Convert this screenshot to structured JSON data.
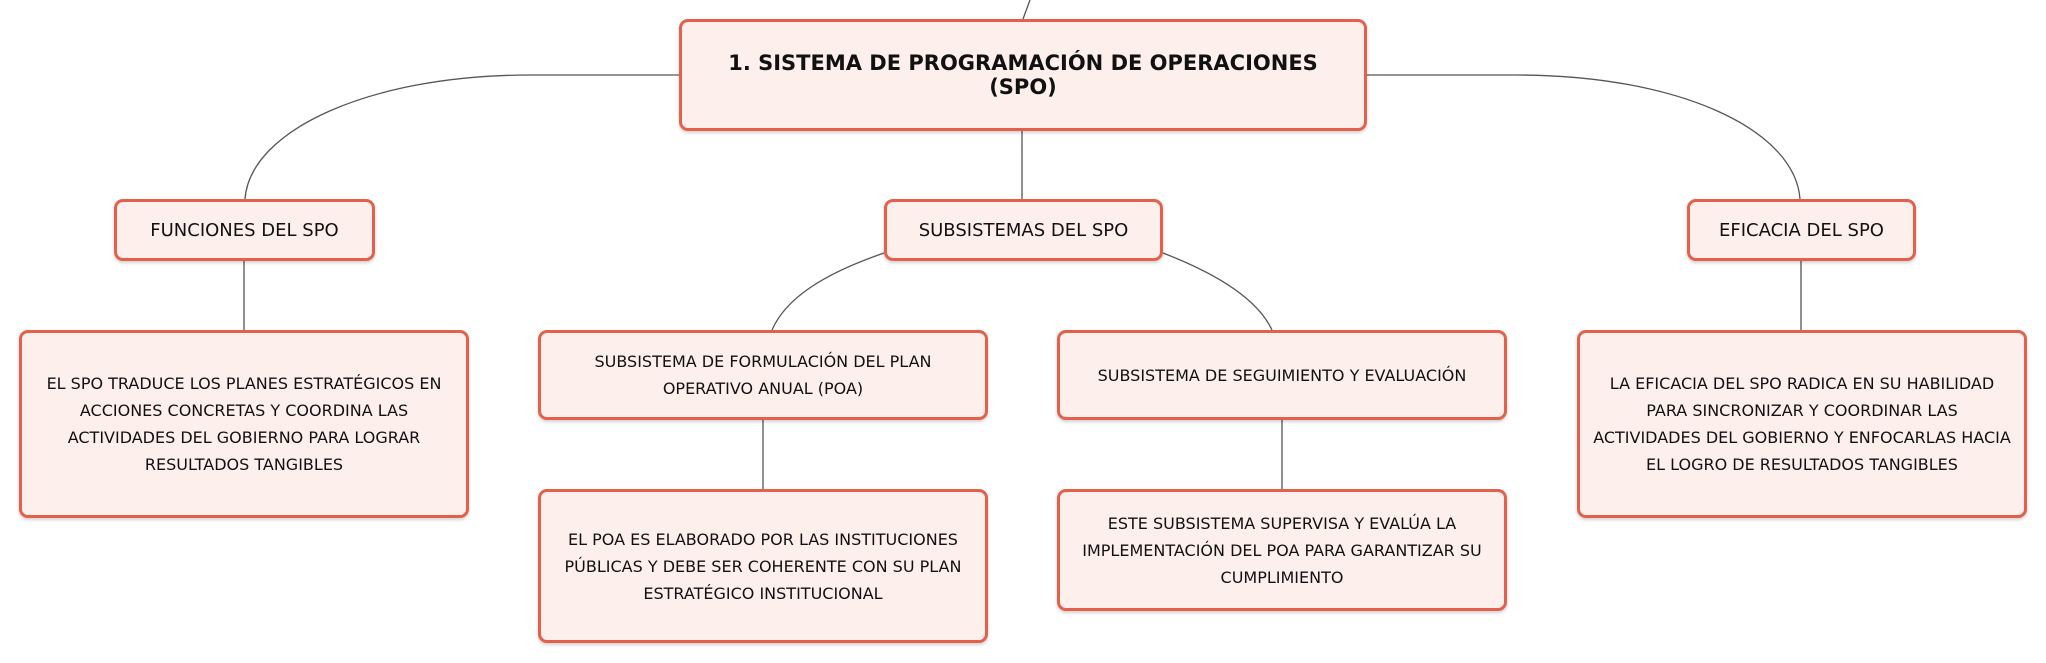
{
  "diagram": {
    "root": {
      "label": "1. SISTEMA DE PROGRAMACIÓN DE OPERACIONES (SPO)"
    },
    "branches": [
      {
        "label": "FUNCIONES DEL SPO",
        "children": [
          {
            "label": "EL SPO TRADUCE LOS PLANES ESTRATÉGICOS EN ACCIONES CONCRETAS Y COORDINA LAS ACTIVIDADES DEL GOBIERNO PARA LOGRAR RESULTADOS TANGIBLES"
          }
        ]
      },
      {
        "label": "SUBSISTEMAS DEL SPO",
        "children": [
          {
            "label": "SUBSISTEMA DE FORMULACIÓN DEL PLAN OPERATIVO ANUAL (POA)",
            "children": [
              {
                "label": "EL POA ES ELABORADO POR LAS INSTITUCIONES PÚBLICAS Y DEBE SER COHERENTE CON SU PLAN ESTRATÉGICO INSTITUCIONAL"
              }
            ]
          },
          {
            "label": "SUBSISTEMA DE SEGUIMIENTO Y EVALUACIÓN",
            "children": [
              {
                "label": "ESTE SUBSISTEMA SUPERVISA Y EVALÚA LA IMPLEMENTACIÓN DEL POA PARA GARANTIZAR SU CUMPLIMIENTO"
              }
            ]
          }
        ]
      },
      {
        "label": "EFICACIA DEL SPO",
        "children": [
          {
            "label": "LA EFICACIA DEL SPO RADICA EN SU HABILIDAD PARA SINCRONIZAR Y COORDINAR LAS ACTIVIDADES DEL GOBIERNO Y ENFOCARLAS HACIA EL LOGRO DE RESULTADOS TANGIBLES"
          }
        ]
      }
    ]
  },
  "colors": {
    "node_fill": "#fdf0ec",
    "node_border": "#e4604a",
    "connector": "#555555",
    "text": "#111111"
  }
}
